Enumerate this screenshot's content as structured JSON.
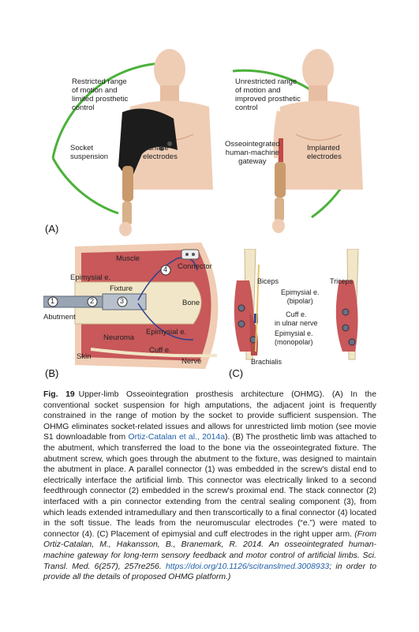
{
  "panel_a": {
    "letter": "(A)",
    "left_top_label": "Restricted range\nof motion and\nlimited prosthetic\ncontrol",
    "left_socket": "Socket\nsuspension",
    "left_surface": "Surface\nelectrodes",
    "right_top_label": "Unrestricted range\nof motion and\nimproved prosthetic\ncontrol",
    "right_gateway": "Osseointegrated\nhuman-machine\ngateway",
    "right_implanted": "Implanted\nelectrodes"
  },
  "panel_b": {
    "letter": "(B)",
    "muscle": "Muscle",
    "connector": "Connector",
    "epimysial": "Epimysial e.",
    "fixture": "Fixture",
    "bone": "Bone",
    "abutment": "Abutment",
    "epimysial2": "Epimysial e.",
    "neuroma": "Neuroma",
    "cuff": "Cuff e.",
    "skin": "Skin",
    "nerve": "Nerve",
    "num1": "1",
    "num2": "2",
    "num3": "3",
    "num4": "4"
  },
  "panel_c": {
    "letter": "(C)",
    "biceps": "Biceps",
    "triceps": "Triceps",
    "epi_bipolar": "Epimysial e.\n(bipolar)",
    "cuff_ulnar": "Cuff e.\nin ulnar nerve",
    "epi_monopolar": "Epimysial e.\n(monopolar)",
    "brachialis": "Brachialis"
  },
  "caption": {
    "fig_label": "Fig. 19",
    "text1": "Upper-limb Osseointegration prosthesis architecture (OHMG). (A) In the conventional socket suspension for high amputations, the adjacent joint is frequently constrained in the range of motion by the socket to provide sufficient suspension. The OHMG eliminates socket-related issues and allows for unrestricted limb motion (see movie S1 downloadable from ",
    "link1": "Ortiz-Catalan et al., 2014a",
    "text2": "). (B) The prosthetic limb was attached to the abutment, which transferred the load to the bone via the osseointegrated fixture. The abutment screw, which goes through the abutment to the fixture, was designed to maintain the abutment in place. A parallel connector (1) was embedded in the screw's distal end to electrically interface the artificial limb. This connector was electrically linked to a second feedthrough connector (2) embedded in the screw's proximal end. The stack connector (2) interfaced with a pin connector extending from the central sealing component (3), from which leads extended intramedullary and then transcortically to a final connector (4) located in the soft tissue. The leads from the neuromuscular electrodes (“e.”) were mated to connector (4). (C) Placement of epimysial and cuff electrodes in the right upper arm. ",
    "italic1": "(From Ortiz-Catalan, M., Hakansson, B., Branemark, R. 2014. An osseointegrated human-machine gateway for long-term sensory feedback and motor control of artificial limbs. Sci. Transl. Med. 6(257), 257re256. ",
    "link2": "https://doi.org/10.1126/scitranslmed.3008933",
    "italic2": "; in order to provide all the details of proposed OHMG platform.)"
  },
  "colors": {
    "skin": "#efcdb5",
    "skin_shadow": "#d9a98b",
    "muscle": "#c8585a",
    "bone": "#f1e6c7",
    "socket": "#1c1c1c",
    "wire": "#2b3f8f",
    "green_arc": "#4bb13a",
    "link": "#1f5fa8"
  }
}
